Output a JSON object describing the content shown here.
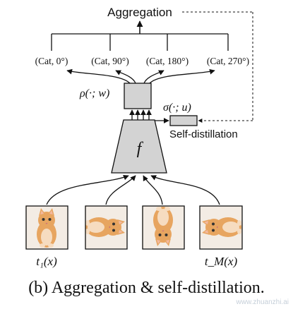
{
  "diagram": {
    "aggregation_label": "Aggregation",
    "self_distillation_label": "Self-distillation",
    "rho_label": "ρ(·; w)",
    "sigma_label": "σ(·; u)",
    "f_label": "f",
    "outputs": [
      "(Cat, 0°)",
      "(Cat, 90°)",
      "(Cat, 180°)",
      "(Cat, 270°)"
    ],
    "t1_label": "t₁(x)",
    "tM_label": "t_M(x)",
    "images": [
      {
        "name": "cat-rot-0",
        "rotation_deg": 0
      },
      {
        "name": "cat-rot-90",
        "rotation_deg": 90
      },
      {
        "name": "cat-rot-180",
        "rotation_deg": 180
      },
      {
        "name": "cat-rot-270",
        "rotation_deg": 270
      }
    ],
    "colors": {
      "box_fill": "#d3d3d3",
      "stroke": "#111111",
      "cat_fur": "#e7a560",
      "cat_light": "#f6dcc0",
      "photo_bg": "#f3ece4"
    }
  },
  "caption": "(b) Aggregation & self-distillation.",
  "watermark": "www.zhuanzhi.ai"
}
